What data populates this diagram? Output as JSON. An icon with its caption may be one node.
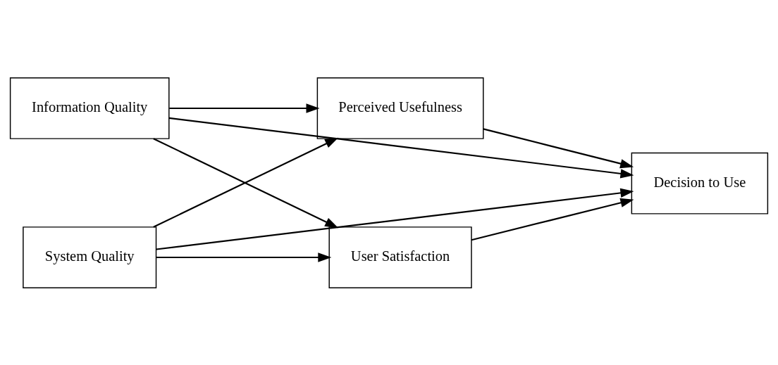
{
  "diagram": {
    "nodes": [
      {
        "text": [
          "Information Quality"
        ]
      },
      {
        "text": [
          "System Quality"
        ]
      },
      {
        "text": [
          "Perceived Usefulness"
        ]
      },
      {
        "text": [
          "User Satisfaction"
        ]
      },
      {
        "text": [
          "Decision to Use"
        ]
      }
    ],
    "edges": [
      {
        "from": 0,
        "to": 2,
        "arrow": "to"
      },
      {
        "from": 0,
        "to": 4,
        "arrow": "to"
      },
      {
        "from": 0,
        "to": 3,
        "arrow": "to"
      },
      {
        "from": 1,
        "to": 2,
        "arrow": "to"
      },
      {
        "from": 1,
        "to": 4,
        "arrow": "to"
      },
      {
        "from": 1,
        "to": 3,
        "arrow": "to"
      },
      {
        "from": 2,
        "to": 4,
        "arrow": "to"
      },
      {
        "from": 3,
        "to": 4,
        "arrow": "to"
      }
    ]
  }
}
